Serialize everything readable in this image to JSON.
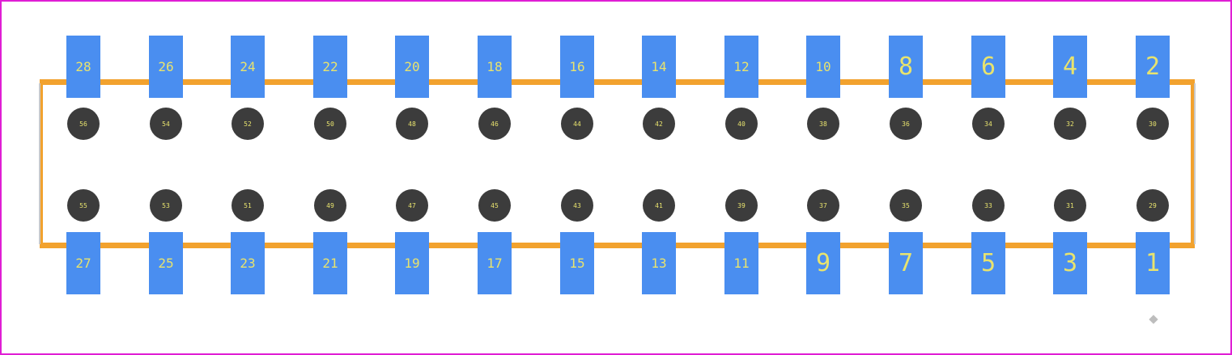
{
  "colors": {
    "board_border": "#e01ed4",
    "outline": "#f2a22e",
    "pad": "#4a8ef0",
    "hole": "#3c3c3c",
    "label": "#e8e36e"
  },
  "pads_top": [
    "28",
    "26",
    "24",
    "22",
    "20",
    "18",
    "16",
    "14",
    "12",
    "10",
    "8",
    "6",
    "4",
    "2"
  ],
  "pads_bottom": [
    "27",
    "25",
    "23",
    "21",
    "19",
    "17",
    "15",
    "13",
    "11",
    "9",
    "7",
    "5",
    "3",
    "1"
  ],
  "holes_top": [
    "56",
    "54",
    "52",
    "50",
    "48",
    "46",
    "44",
    "42",
    "40",
    "38",
    "36",
    "34",
    "32",
    "30"
  ],
  "holes_bottom": [
    "55",
    "53",
    "51",
    "49",
    "47",
    "45",
    "43",
    "41",
    "39",
    "37",
    "35",
    "33",
    "31",
    "29"
  ],
  "marker_icon": "diamond-marker-icon"
}
